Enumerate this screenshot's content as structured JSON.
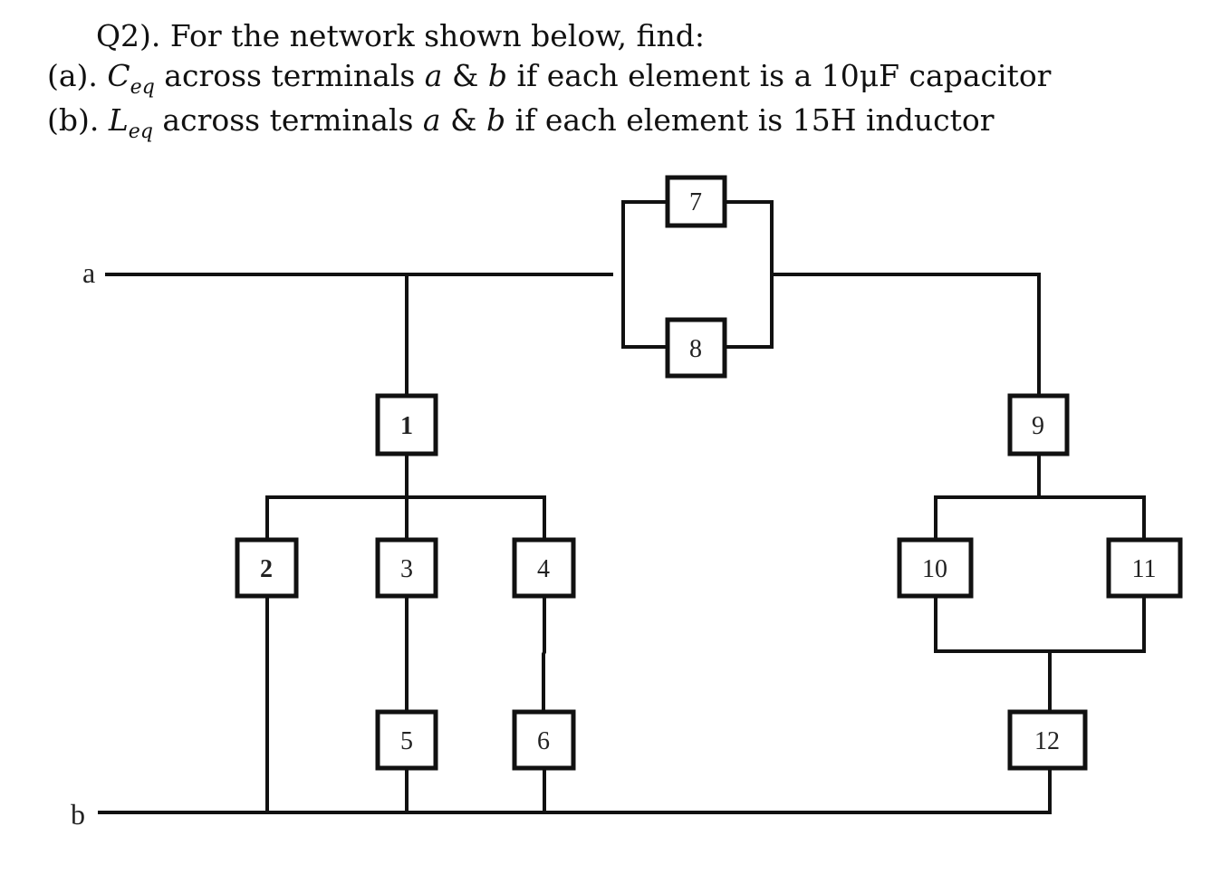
{
  "question": {
    "heading": "Q2). For the network shown below, find:",
    "part_a": {
      "prefix": "(a).",
      "symbol": "C",
      "subscript": "eq",
      "text1": "across terminals",
      "term_a": "a",
      "amp": "&",
      "term_b": "b",
      "text2": "if each element is a 10μF capacitor"
    },
    "part_b": {
      "prefix": "(b).",
      "symbol": "L",
      "subscript": "eq",
      "text1": "across terminals",
      "term_a": "a",
      "amp": "&",
      "term_b": "b",
      "text2": "if each element is 15H inductor"
    }
  },
  "terminals": {
    "a": "a",
    "b": "b"
  },
  "elements": [
    {
      "label": "1",
      "bold": true
    },
    {
      "label": "2",
      "bold": true
    },
    {
      "label": "3",
      "bold": false
    },
    {
      "label": "4",
      "bold": false
    },
    {
      "label": "5",
      "bold": false
    },
    {
      "label": "6",
      "bold": false
    },
    {
      "label": "7",
      "bold": false
    },
    {
      "label": "8",
      "bold": false
    },
    {
      "label": "9",
      "bold": false
    },
    {
      "label": "10",
      "bold": false
    },
    {
      "label": "11",
      "bold": false
    },
    {
      "label": "12",
      "bold": false
    }
  ]
}
